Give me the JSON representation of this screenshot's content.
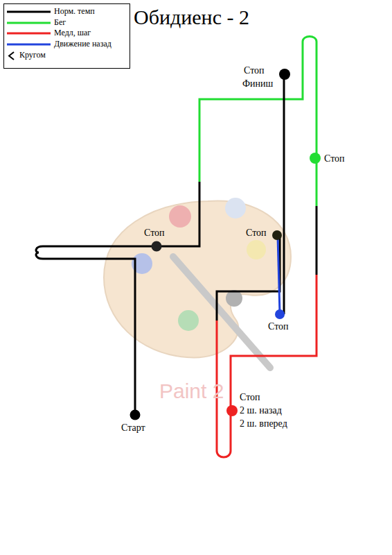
{
  "diagram": {
    "title": "Обидиенс - 2",
    "labels": [
      "Стоп",
      "Финиш",
      "Стоп",
      "Стоп",
      "Стоп",
      "Стоп",
      "Стоп",
      "2 ш. назад",
      "2 ш. вперед",
      "Старт",
      "Paint 2"
    ],
    "legend": [
      {
        "text": "Норм. темп"
      },
      {
        "text": "Бег"
      },
      {
        "text": "Медл, шаг"
      },
      {
        "text": "Движение назад"
      },
      {
        "text": "Кругом"
      }
    ]
  }
}
